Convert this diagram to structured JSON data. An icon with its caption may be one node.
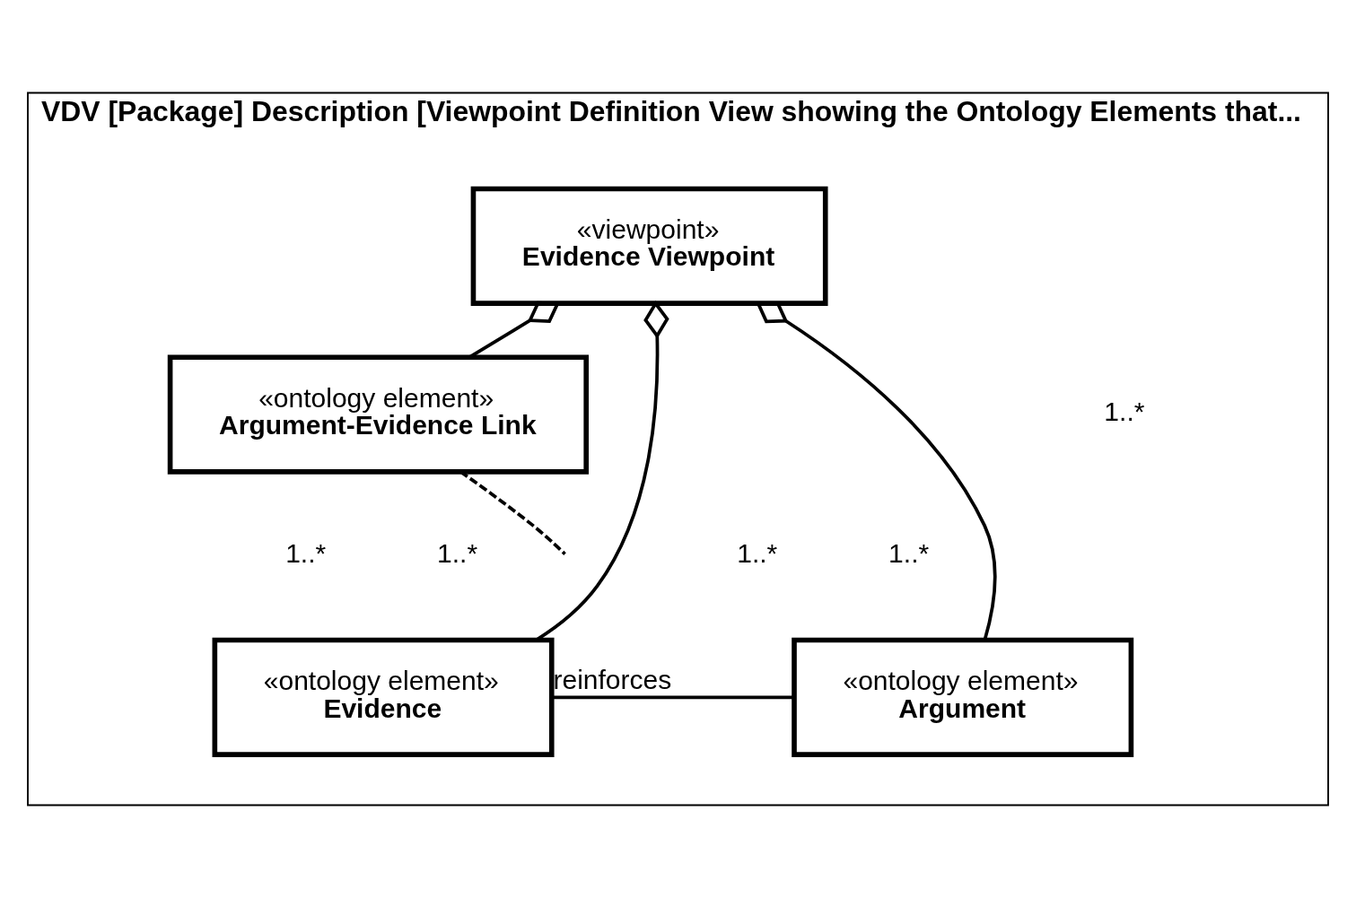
{
  "diagram": {
    "nodes": [
      {
        "text": [
          "VDV [Package] Description [Viewpoint Definition View showing the Ontology Elements that..."
        ]
      },
      {
        "text": [
          "«viewpoint»",
          "Evidence Viewpoint"
        ],
        "in": 0
      },
      {
        "text": [
          "«ontology element»",
          "Argument-Evidence Link"
        ],
        "in": 0
      },
      {
        "text": [
          "«ontology element»",
          "Evidence"
        ],
        "in": 0
      },
      {
        "text": [
          "«ontology element»",
          "Argument"
        ],
        "in": 0
      }
    ],
    "edges": [
      {
        "from": 1,
        "to": 2,
        "arrow": "other"
      },
      {
        "from": 1,
        "to": 3,
        "arrow": "other"
      },
      {
        "from": 1,
        "to": 4,
        "arrow": "other"
      },
      {
        "from": 3,
        "to": 4,
        "arrow": "none",
        "label": "reinforces"
      },
      {
        "from": 2,
        "to": null,
        "arrow": "none",
        "style": "dashed"
      }
    ],
    "labels": [
      "1..*",
      "1..*",
      "1..*",
      "1..*",
      "1..*"
    ]
  }
}
